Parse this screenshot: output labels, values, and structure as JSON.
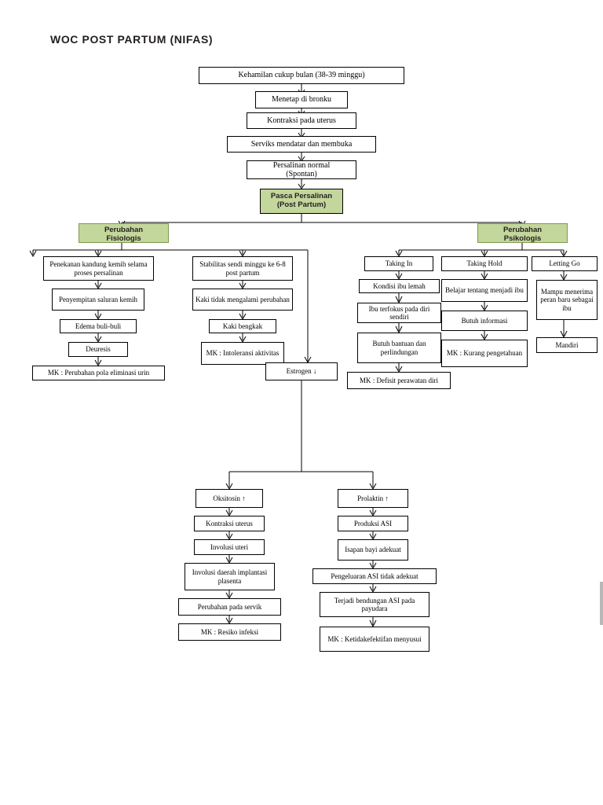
{
  "title": "WOC POST PARTUM (NIFAS)",
  "diagram": {
    "type": "flowchart",
    "spine": [
      {
        "id": "n1",
        "label": "Kehamilan cukup bulan (38-39 minggu)"
      },
      {
        "id": "n2",
        "label": "Menetap di bronku"
      },
      {
        "id": "n3",
        "label": "Kontraksi pada uterus"
      },
      {
        "id": "n4",
        "label": "Serviks mendatar dan membuka"
      },
      {
        "id": "n5",
        "label": "Persalinan normal\n(Spontan)"
      },
      {
        "id": "n6",
        "label": "Pasca Persalinan\n(Post Partum)"
      }
    ],
    "headers": {
      "left": "Perubahan\nFisiologis",
      "right": "Perubahan\nPsikologis"
    },
    "left_branch": {
      "col1": [
        "Penekanan kandung kemih selama proses persalinan",
        "Penyempitan saluran kemih",
        "Edema buli-buli",
        "Deuresis",
        "MK : Perubahan pola eliminasi urin"
      ],
      "col2": [
        "Stabilitas sendi minggu ke 6-8 post partum",
        "Kaki tidak mengalami perubahan",
        "Kaki bengkak",
        "MK : Intoleransi aktivitas"
      ],
      "estrogen": "Estrogen ↓"
    },
    "right_branch": {
      "taking_in": [
        "Taking In",
        "Kondisi ibu lemah",
        "Ibu terfokus pada diri sendiri",
        "Butuh bantuan dan perlindungan",
        "MK : Defisit perawatan diri"
      ],
      "taking_hold": [
        "Taking Hold",
        "Belajar tentang menjadi ibu",
        "Butuh informasi",
        "MK : Kurang pengetahuan"
      ],
      "letting_go": [
        "Letting Go",
        "Mampu menerima peran baru sebagai ibu",
        "Mandiri"
      ]
    },
    "bottom_left": [
      "Oksitosin ↑",
      "Kontraksi uterus",
      "Involusi uteri",
      "Involusi daerah implantasi plasenta",
      "Perubahan pada servik",
      "MK : Resiko infeksi"
    ],
    "bottom_right": [
      "Prolaktin ↑",
      "Produksi ASI",
      "Isapan bayi adekuat",
      "Pengeluaran ASI tidak adekuat",
      "Terjadi bendungan ASI pada payudara",
      "MK : Ketidakefektifan menyusui"
    ],
    "colors": {
      "accent_green": "#c3d69b",
      "line": "#000000",
      "text": "#000000"
    }
  }
}
